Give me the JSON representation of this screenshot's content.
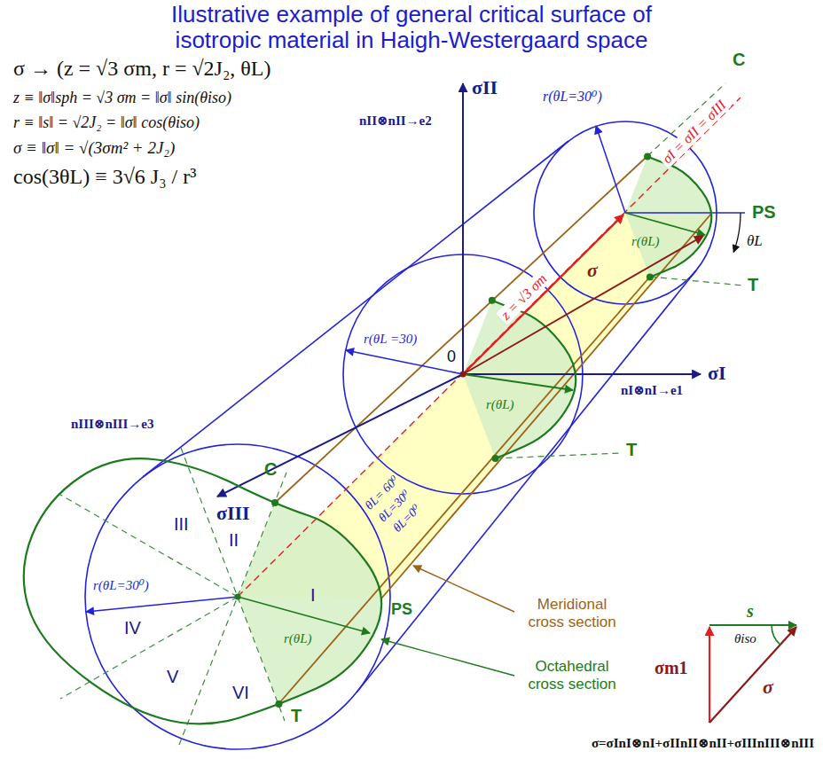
{
  "diagram": {
    "title": "Ilustrative example of general critical surface of isotropic material in Haigh-Westergaard space",
    "labels": [
      "σ → (z = √3 σm, r = √2J₂, θL)",
      "z ≡ ‖σ‖sph = √3 σm = ‖σ‖ sin(θiso)",
      "r ≡ ‖s‖ = √2J₂ = ‖σ‖ cos(θiso)",
      "σ ≡ ‖σ‖ = √(3σm² + 2J₂)",
      "cos(3θL) ≡ 3√6 J₃ / r³",
      "σII",
      "nII⊗nII→e2",
      "r(θL=30⁰)",
      "σI = σII = σIII",
      "C",
      "PS",
      "θL",
      "T",
      "z = √3 σm",
      "σ",
      "r(θL)",
      "0",
      "σI",
      "nI⊗nI→e1",
      "r(θL =30)",
      "r(θL)",
      "T",
      "σIII",
      "nIII⊗nIII→e3",
      "θL= 60⁰",
      "θL=30⁰",
      "θL=0⁰",
      "III",
      "II",
      "I",
      "IV",
      "V",
      "VI",
      "C",
      "PS",
      "T",
      "r(θL=30⁰)",
      "r(θL)",
      "Meridional cross section",
      "Octahedral cross section",
      "s",
      "σm1",
      "θiso",
      "σ",
      "σ=σInI⊗nI+σIInII⊗nII+σIIInIII⊗nIII"
    ]
  }
}
